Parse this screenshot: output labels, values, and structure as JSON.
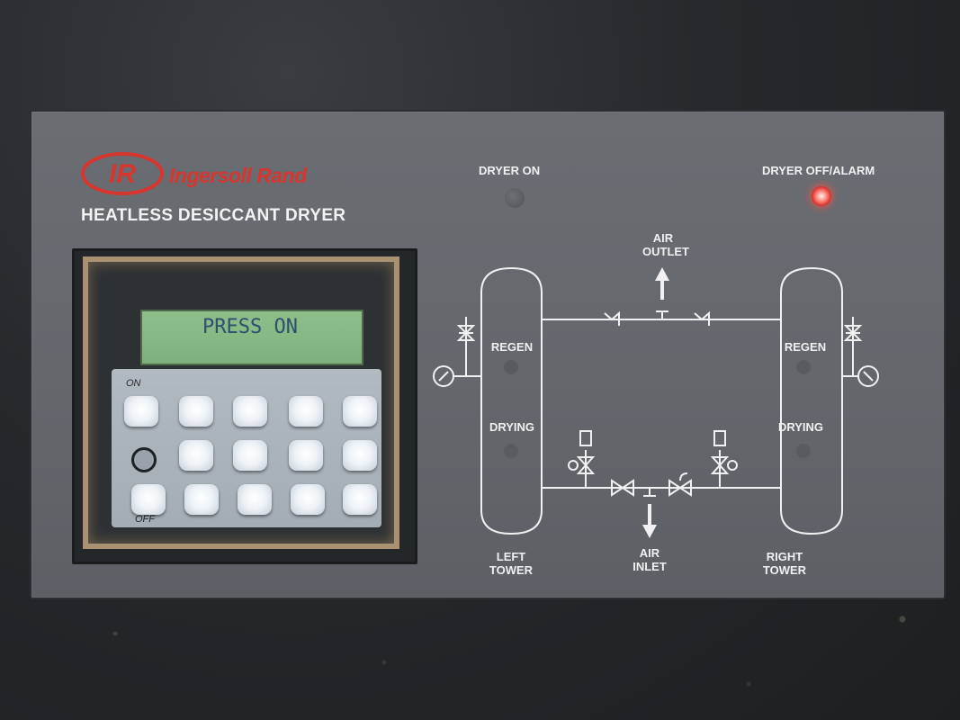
{
  "brand": {
    "logo_mark": "IR",
    "name": "Ingersoll Rand",
    "product": "HEATLESS DESICCANT DRYER",
    "brand_color": "#d6362d"
  },
  "indicators": {
    "dryer_on": "DRYER ON",
    "dryer_off_alarm": "DRYER OFF/ALARM",
    "alarm_color": "#e53935"
  },
  "display": {
    "text": "PRESS ON",
    "lcd_color": "#8fbe8a"
  },
  "keypad": {
    "on_label": "ON",
    "off_label": "OFF"
  },
  "diagram": {
    "air_outlet": [
      "AIR",
      "OUTLET"
    ],
    "air_inlet": [
      "AIR",
      "INLET"
    ],
    "left_tower": {
      "regen": "REGEN",
      "drying": "DRYING",
      "name": [
        "LEFT",
        "TOWER"
      ]
    },
    "right_tower": {
      "regen": "REGEN",
      "drying": "DRYING",
      "name": [
        "RIGHT",
        "TOWER"
      ]
    }
  }
}
